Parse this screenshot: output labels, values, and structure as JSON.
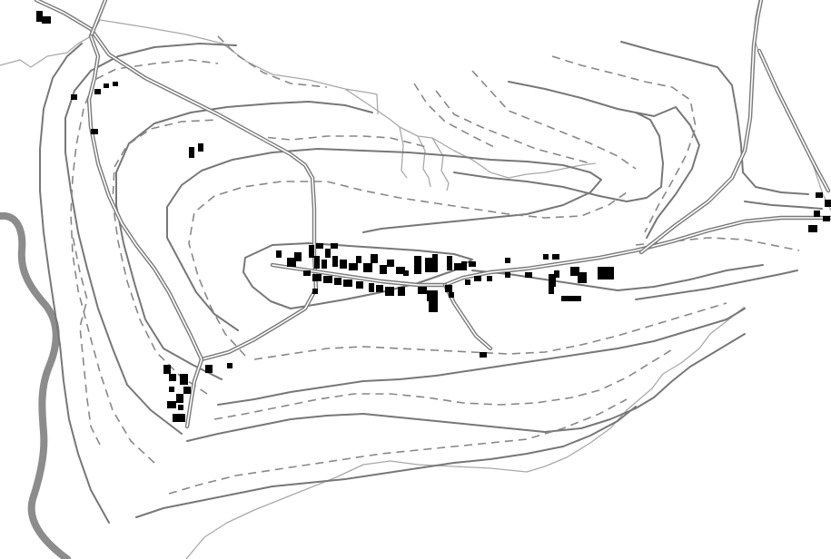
{
  "map": {
    "colors": {
      "background": "#ffffff",
      "contour": "#777777",
      "contour_dashed": "#888888",
      "stream": "#a9a9a9",
      "river": "#8c8c8c",
      "road": "#7a7a7a",
      "building": "#000000"
    },
    "layers": [
      "river",
      "streams",
      "contours",
      "dashed-contours",
      "roads",
      "buildings"
    ],
    "labels": []
  }
}
